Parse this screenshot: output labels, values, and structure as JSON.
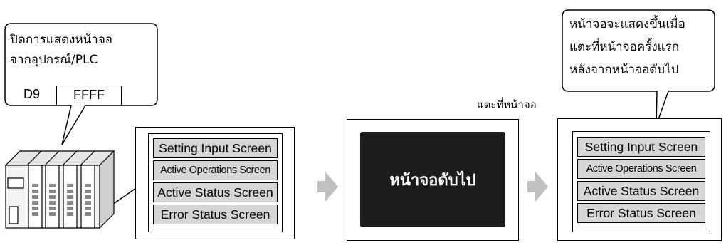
{
  "left_bubble": {
    "line1": "ปิดการแสดงหน้าจอ",
    "line2": "จากอุปกรณ์/PLC",
    "device_label": "D9",
    "device_value": "FFFF"
  },
  "right_bubble": {
    "line1": "หน้าจอจะแสดงขึ้นเมื่อ",
    "line2": "แตะที่หน้าจอครั้งแรก",
    "line3": "หลังจากหน้าจอดับไป"
  },
  "touch_label": "แตะที่หน้าจอ",
  "screen_off_text": "หน้าจอดับไป",
  "menu_items": [
    "Setting Input Screen",
    "Active Operations Screen",
    "Active Status Screen",
    "Error Status Screen"
  ],
  "colors": {
    "menu_item_bg": "#d6d6d6",
    "arrow": "#c0c0c0",
    "screen_off_bg": "#1c1c1c"
  }
}
